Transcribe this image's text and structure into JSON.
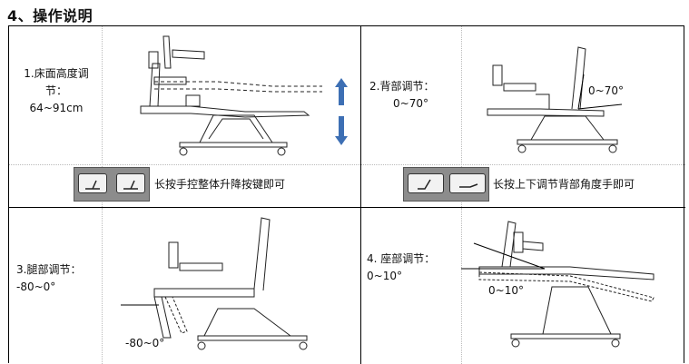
{
  "heading": "4、操作说明",
  "panels": {
    "p1": {
      "line1": "1.床面高度调",
      "line2": "节：",
      "line3": "64~91cm",
      "button_note": "长按手控整体升降按键即可"
    },
    "p2": {
      "line1": "2.背部调节：",
      "line2": "0~70°",
      "angle_label": "0~70°",
      "button_note": "长按上下调节背部角度手即可"
    },
    "p3": {
      "line1": "3.腿部调节：",
      "line2": "-80~0°",
      "angle_label": "-80~0°"
    },
    "p4": {
      "line1": "4. 座部调节：",
      "line2": "0~10°",
      "angle_label": "0~10°"
    }
  },
  "colors": {
    "arrow_blue": "#3d6fb4",
    "button_panel": "#8c8c8c",
    "line": "#000000"
  }
}
